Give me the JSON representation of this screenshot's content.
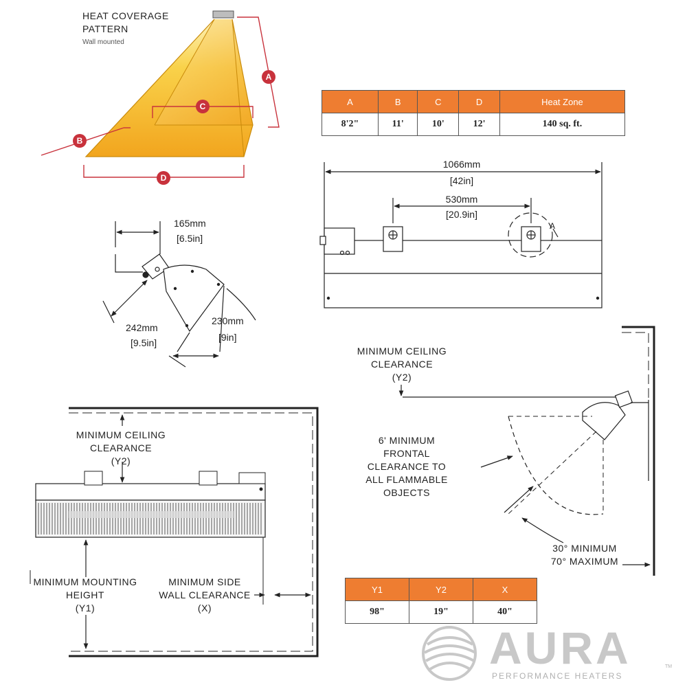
{
  "coverage": {
    "title_line1": "HEAT COVERAGE",
    "title_line2": "PATTERN",
    "subtitle": "Wall mounted",
    "markers": [
      "A",
      "B",
      "C",
      "D"
    ]
  },
  "spec_table": {
    "headers": [
      "A",
      "B",
      "C",
      "D",
      "Heat Zone"
    ],
    "values": [
      "8'2\"",
      "11'",
      "10'",
      "12'",
      "140 sq. ft."
    ]
  },
  "front_view": {
    "total_mm": "1066mm",
    "total_in": "[42in]",
    "bracket_mm": "530mm",
    "bracket_in": "[20.9in]",
    "detail_marker": "A"
  },
  "side_view": {
    "offset_mm": "165mm",
    "offset_in": "[6.5in]",
    "depth_mm": "242mm",
    "depth_in": "[9.5in]",
    "width_mm": "230mm",
    "width_in": "[9in]"
  },
  "installation": {
    "ceiling_line1": "MINIMUM CEILING",
    "ceiling_line2": "CLEARANCE",
    "ceiling_line3": "(Y2)",
    "mounting_line1": "MINIMUM MOUNTING",
    "mounting_line2": "HEIGHT",
    "mounting_line3": "(Y1)",
    "side_line1": "MINIMUM SIDE",
    "side_line2": "WALL CLEARANCE",
    "side_line3": "(X)"
  },
  "angle_view": {
    "ceiling_line1": "MINIMUM CEILING",
    "ceiling_line2": "CLEARANCE",
    "ceiling_line3": "(Y2)",
    "frontal_line1": "6' MINIMUM",
    "frontal_line2": "FRONTAL",
    "frontal_line3": "CLEARANCE TO",
    "frontal_line4": "ALL FLAMMABLE",
    "frontal_line5": "OBJECTS",
    "angle_line1": "30° MINIMUM",
    "angle_line2": "70° MAXIMUM"
  },
  "clearance_table": {
    "headers": [
      "Y1",
      "Y2",
      "X"
    ],
    "values": [
      "98\"",
      "19\"",
      "40\""
    ]
  },
  "brand": {
    "name": "AURA",
    "tagline": "PERFORMANCE HEATERS",
    "tm": "TM"
  },
  "colors": {
    "accent_orange": "#ee7d31",
    "marker_red": "#c8323c",
    "cone_yellow": "#f6b820",
    "logo_gray": "#c8c8c8"
  }
}
